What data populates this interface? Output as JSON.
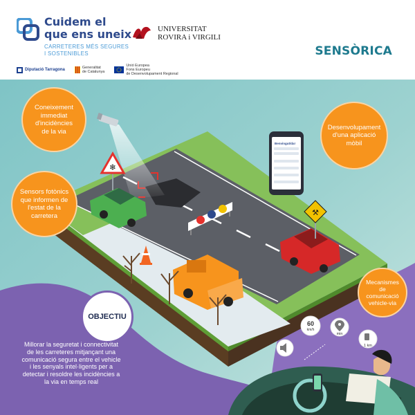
{
  "header": {
    "logo_title": "Cuidem el\nque ens uneix",
    "logo_subtitle": "CARRETERES MÉS SEGURES\nI SOSTENIBLES",
    "university": "UNIVERSITAT\nROVIRA i VIRGILI",
    "section_title": "SENSÒRICA",
    "sponsors": {
      "diputacio": "Diputació Tarragona",
      "generalitat": "Generalitat\nde Catalunya",
      "ue": "Unió Europea\nFons Europeu\nde Desenvolupament Regional"
    }
  },
  "callouts": {
    "incidencies": "Coneixement\nimmediat\nd'incidències\nde la via",
    "sensors": "Sensors fotònics\nque informen de\nl'estat de la\ncarretera",
    "app": "Desenvolupament\nd'una aplicació\nmòbil",
    "comunicacio": "Mecanismes de\ncomunicació\nvehicle-via"
  },
  "objective": {
    "label": "OBJECTIU",
    "text": "Millorar la seguretat i connectivitat de les carreteres mitjançant una comunicació segura entre el vehicle i les senyals intel·ligents per a detectar i resoldre les incidències a la via en temps real"
  },
  "phone_app": {
    "screen_title": "Benvingut/da!"
  },
  "dashboard_icons": {
    "speed_value": "60",
    "speed_unit": "km/h",
    "time_unit": "min",
    "distance": "1 km"
  },
  "colors": {
    "brand_blue": "#2e4a8c",
    "accent_orange": "#f7941d",
    "objective_purple": "#7c62b0",
    "section_teal": "#1e7a8e",
    "road_gray": "#5c5f66",
    "grass_green": "#7fbf4d"
  }
}
